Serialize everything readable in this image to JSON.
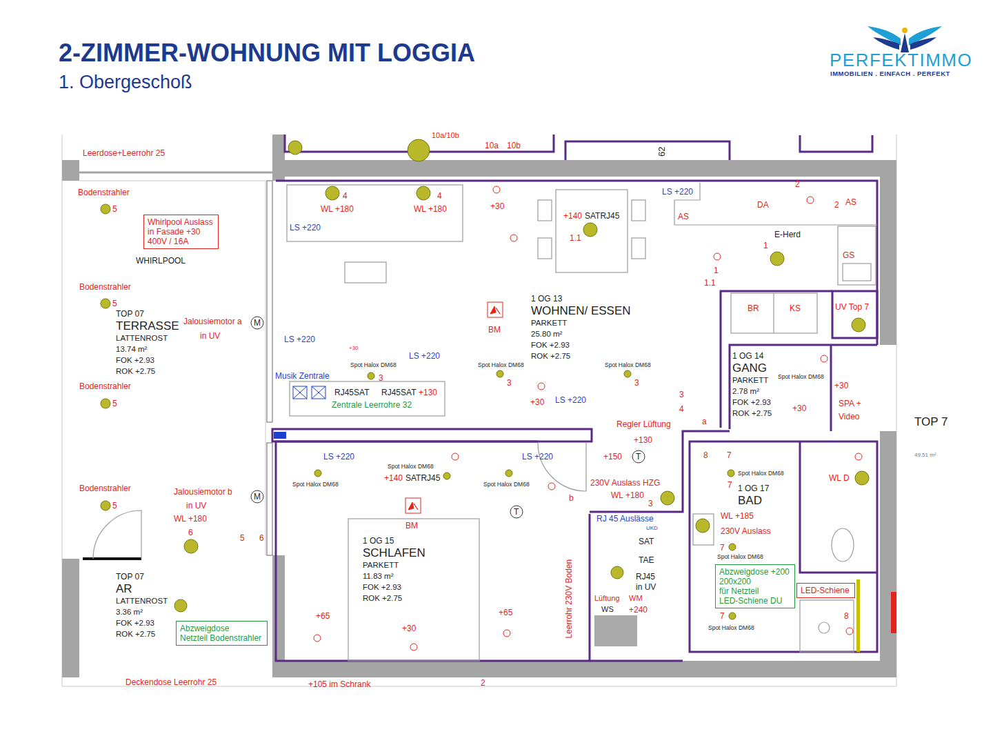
{
  "diagram": {
    "title": "2-ZIMMER-WOHNUNG MIT LOGGIA",
    "nodes": [
      {
        "text": [
          "TOP 07",
          "TERRASSE",
          "LATTENROST",
          "13.74 m²",
          "FOK +2.93",
          "ROK +2.75"
        ]
      },
      {
        "text": [
          "Whirlpool Auslass",
          "in Fasade +30",
          "400V / 16A"
        ],
        "in": 0
      },
      {
        "text": [
          "TOP 07",
          "AR",
          "LATTENROST",
          "3.36 m²",
          "FOK +2.93",
          "ROK +2.75"
        ]
      },
      {
        "text": [
          "Abzweigdose",
          "Netzteil Bodenstrahler"
        ],
        "in": 2
      },
      {
        "text": [
          "1 OG 13",
          "WOHNEN/ ESSEN",
          "PARKETT",
          "25.80 m²",
          "FOK +2.93",
          "ROK +2.75"
        ]
      },
      {
        "text": [
          "1 OG 14",
          "GANG",
          "PARKETT",
          "2.78 m²",
          "FOK +2.93",
          "ROK +2.75"
        ]
      },
      {
        "text": [
          "1 OG 15",
          "SCHLAFEN",
          "PARKETT",
          "11.83 m²",
          "FOK +2.93",
          "ROK +2.75"
        ]
      },
      {
        "text": [
          "1 OG 17",
          "BAD"
        ]
      },
      {
        "text": [
          "Abzweigdose +200",
          "200x200",
          "für Netzteil",
          "LED-Schiene DU"
        ],
        "in": 7
      },
      {
        "text": [
          "LED-Schiene"
        ],
        "in": 7
      }
    ],
    "labels": [
      "1. Obergeschoß",
      "PERFEKTIMMO",
      "IMMOBILIEN . EINFACH . PERFEKT",
      "Leerdose+Leerrohr 25",
      "10a/10b",
      "10a",
      "10b",
      "62",
      "Bodenstrahler",
      "5",
      "WHIRLPOOL",
      "Bodenstrahler",
      "5",
      "Jalousiemotor a",
      "in UV",
      "Bodenstrahler",
      "5",
      "M",
      "Bodenstrahler",
      "5",
      "Jalousiemotor b",
      "in UV",
      "WL +180",
      "6",
      "M",
      "5",
      "6",
      "Deckendose Leerrohr 25",
      "+105 im Schrank",
      "2",
      "4",
      "WL +180",
      "4",
      "WL +180",
      "+30",
      "LS +220",
      "+140",
      "SATRJ45",
      "1.1",
      "LS +220",
      "2",
      "DA",
      "2",
      "AS",
      "AS",
      "E-Herd",
      "1",
      "GS",
      "1",
      "1.1",
      "BR",
      "KS",
      "UV Top 7",
      "BM",
      "LS +220",
      "+30",
      "Spot Halox DM68",
      "3",
      "LS +220",
      "Spot Halox DM68",
      "3",
      "Spot Halox DM68",
      "3",
      "Musik Zentrale",
      "RJ45SAT",
      "RJ45SAT",
      "+130",
      "Zentrale Leerrohre 32",
      "+30",
      "LS +220",
      "3",
      "4",
      "a",
      "Regler Lüftung",
      "+130",
      "+150",
      "T",
      "Spot Halox DM68",
      "+30",
      "+30",
      "SPA +",
      "Video",
      "TOP 7",
      "49.51 m²",
      "LS +220",
      "LS +220",
      "Spot Halox DM68",
      "+140",
      "SATRJ45",
      "Spot Halox DM68",
      "Spot Halox DM68",
      "BM",
      "T",
      "b",
      "+65",
      "+30",
      "+65",
      "Leerrohr 230V Boden",
      "230V Auslass HZG",
      "WL +180",
      "3",
      "RJ 45 Auslässe",
      "UKD",
      "SAT",
      "TAE",
      "RJ45",
      "in UV",
      "Lüftung",
      "WS",
      "WM",
      "+240",
      "8",
      "7",
      "Spot Halox DM68",
      "7",
      "WL D",
      "WL +185",
      "230V Auslass",
      "7",
      "Spot Halox DM68",
      "7",
      "Spot Halox DM68",
      "8"
    ]
  }
}
